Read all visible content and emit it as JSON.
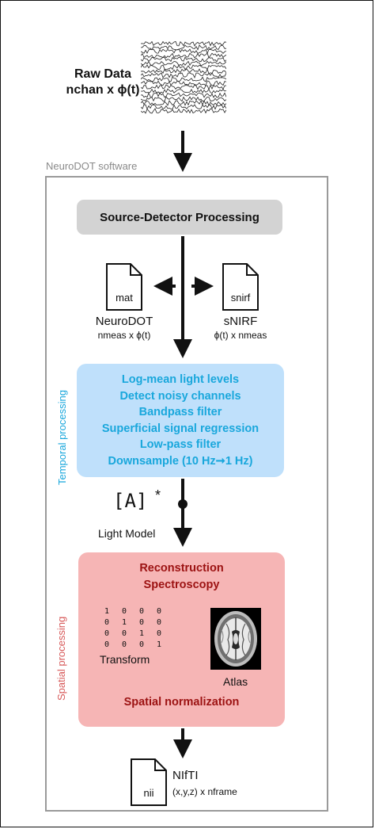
{
  "raw_data": {
    "line1": "Raw Data",
    "line2": "nchan x ϕ(t)"
  },
  "software_label": "NeuroDOT software",
  "source_detector": "Source-Detector Processing",
  "file_mat": {
    "icon_text": "mat",
    "label": "NeuroDOT",
    "sub": "nmeas x ϕ(t)"
  },
  "file_snirf": {
    "icon_text": "snirf",
    "label": "sNIRF",
    "sub": "ϕ(t) x nmeas"
  },
  "temporal": {
    "side_label": "Temporal processing",
    "steps": [
      "Log-mean light levels",
      "Detect noisy channels",
      "Bandpass filter",
      "Superficial signal regression",
      "Low-pass filter",
      "Downsample (10 Hz➞1 Hz)"
    ]
  },
  "light_model": {
    "matrix": "[A]",
    "star": "*",
    "label": "Light Model"
  },
  "spatial": {
    "side_label": "Spatial processing",
    "steps": [
      "Reconstruction",
      "Spectroscopy"
    ],
    "matrix_rows": [
      [
        "1",
        "0",
        "0",
        "0"
      ],
      [
        "0",
        "1",
        "0",
        "0"
      ],
      [
        "0",
        "0",
        "1",
        "0"
      ],
      [
        "0",
        "0",
        "0",
        "1"
      ]
    ],
    "transform_label": "Transform",
    "atlas_label": "Atlas",
    "normalization": "Spatial normalization"
  },
  "output": {
    "icon_text": "nii",
    "label": "NIfTI",
    "sub": "(x,y,z) x nframe"
  },
  "colors": {
    "temporal_fill": "#bfe0fb",
    "temporal_text": "#19a7dc",
    "spatial_fill": "#f6b5b5",
    "spatial_text": "#9c1212",
    "box_gray": "#d3d3d3",
    "frame_gray": "#9a9a9a"
  }
}
